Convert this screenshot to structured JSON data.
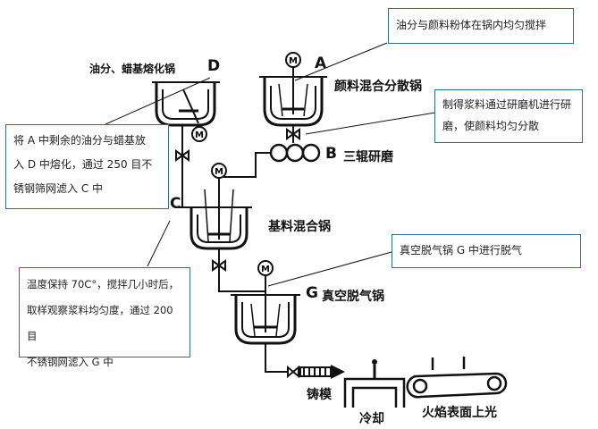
{
  "callouts": {
    "a": "油分与颜料粉体在锅内均匀搅拌",
    "b": [
      "制得浆料通过研磨机进行研",
      "磨，使颜料均匀分散"
    ],
    "d": [
      "将 A 中剩余的油分与蜡基放",
      "入 D 中熔化，通过 250 目不",
      "锈钢筛网滤入 C 中"
    ],
    "g": "真空脱气锅 G 中进行脱气",
    "c": [
      "温度保持 70C°，搅拌几小时后，",
      "取样观察浆料均匀度，通过 200 目",
      "不锈钢网滤入 G 中"
    ]
  },
  "labels": {
    "d_title": "油分、蜡基熔化锅",
    "a_title": "颜料混合分散锅",
    "b_title": "三辊研磨",
    "c_title": "基料混合锅",
    "g_title": "真空脱气锅",
    "mold": "铸模",
    "cool": "冷却",
    "flame": "火焰表面上光"
  },
  "letters": {
    "a": "A",
    "b": "B",
    "c": "C",
    "d": "D",
    "g": "G"
  },
  "motor_symbol": "M"
}
